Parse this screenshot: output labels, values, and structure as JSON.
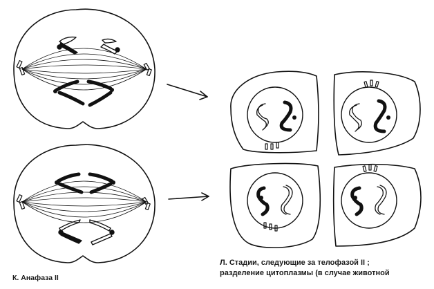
{
  "captions": {
    "anaphase_label": "К. Анафаза II",
    "stage_label_line1": "Л. Стадии, следующие за телофазой  II ;",
    "stage_label_line2": "разделение цитоплазмы  (в случае животной"
  },
  "colors": {
    "ink": "#111111",
    "background": "#ffffff"
  }
}
